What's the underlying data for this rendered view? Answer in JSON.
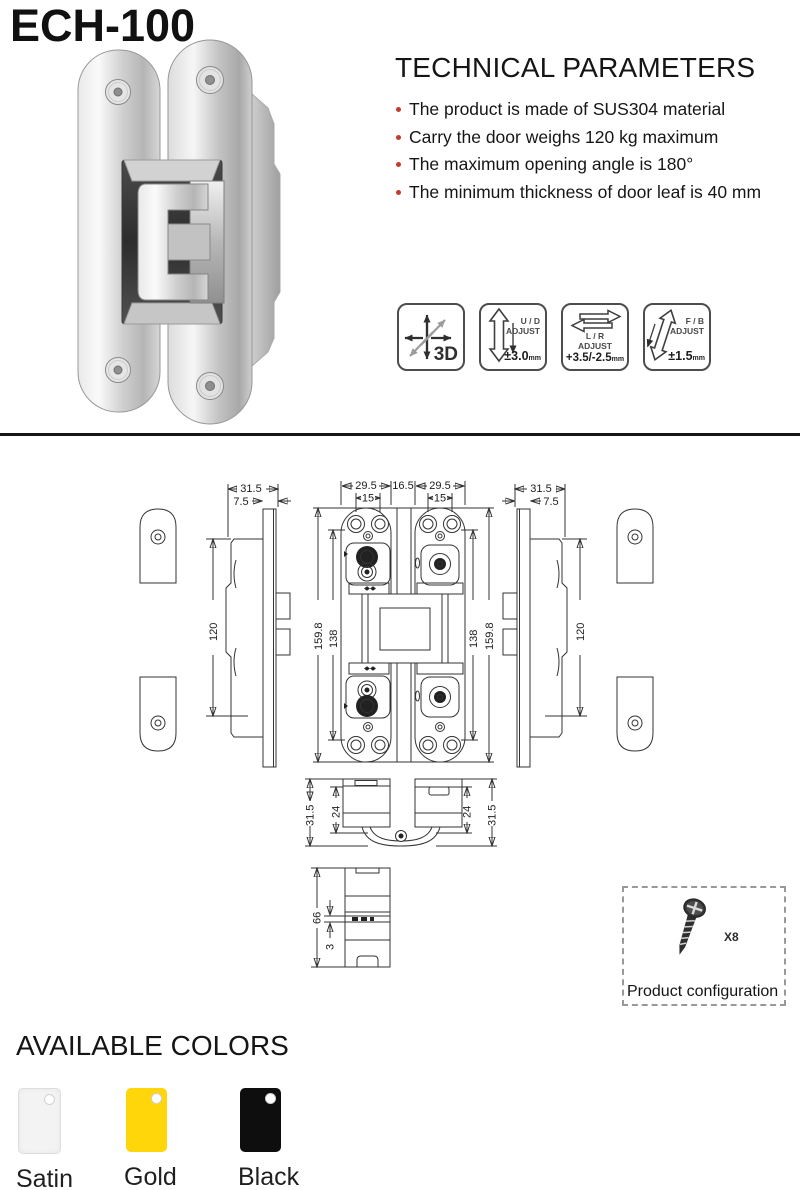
{
  "page": {
    "model": "ECH-100"
  },
  "technical_parameters": {
    "title": "TECHNICAL PARAMETERS",
    "bullets": [
      "The product is made of SUS304 material",
      "Carry the door weighs 120 kg maximum",
      "The maximum opening angle is 180°",
      "The minimum thickness of door leaf is 40 mm"
    ]
  },
  "adjust_icons": [
    {
      "label": "3D"
    },
    {
      "line1": "U / D",
      "line2": "ADJUST",
      "value": "±3.0",
      "unit": "mm"
    },
    {
      "line1": "L / R",
      "line2": "ADJUST",
      "value": "+3.5/-2.5",
      "unit": "mm"
    },
    {
      "line1": "F / B",
      "line2": "ADJUST",
      "value": "±1.5",
      "unit": "mm"
    }
  ],
  "drawing": {
    "dims": {
      "side_width": "31.5",
      "side_plate": "7.5",
      "side_height": "120",
      "side_width_r": "31.5",
      "side_plate_r": "7.5",
      "side_height_r": "120",
      "front_w_left": "29.5",
      "front_gap": "16.5",
      "front_w_right": "29.5",
      "front_holes_left": "15",
      "front_holes_right": "15",
      "front_total_left": "159.8",
      "front_inner_left": "138",
      "front_inner_right": "138",
      "front_total_right": "159.8",
      "top_depth_left": "31.5",
      "top_body_left": "24",
      "top_body_right": "24",
      "top_depth_right": "31.5",
      "sec_height": "66",
      "sec_gap": "3"
    }
  },
  "product_configuration": {
    "label": "Product configuration",
    "count": "X8"
  },
  "available_colors": {
    "title": "AVAILABLE COLORS",
    "items": [
      {
        "name": "Satin",
        "hex": "#f3f3f3"
      },
      {
        "name": "Gold",
        "hex": "#ffd60a"
      },
      {
        "name": "Black",
        "hex": "#0e0e0e"
      }
    ]
  }
}
